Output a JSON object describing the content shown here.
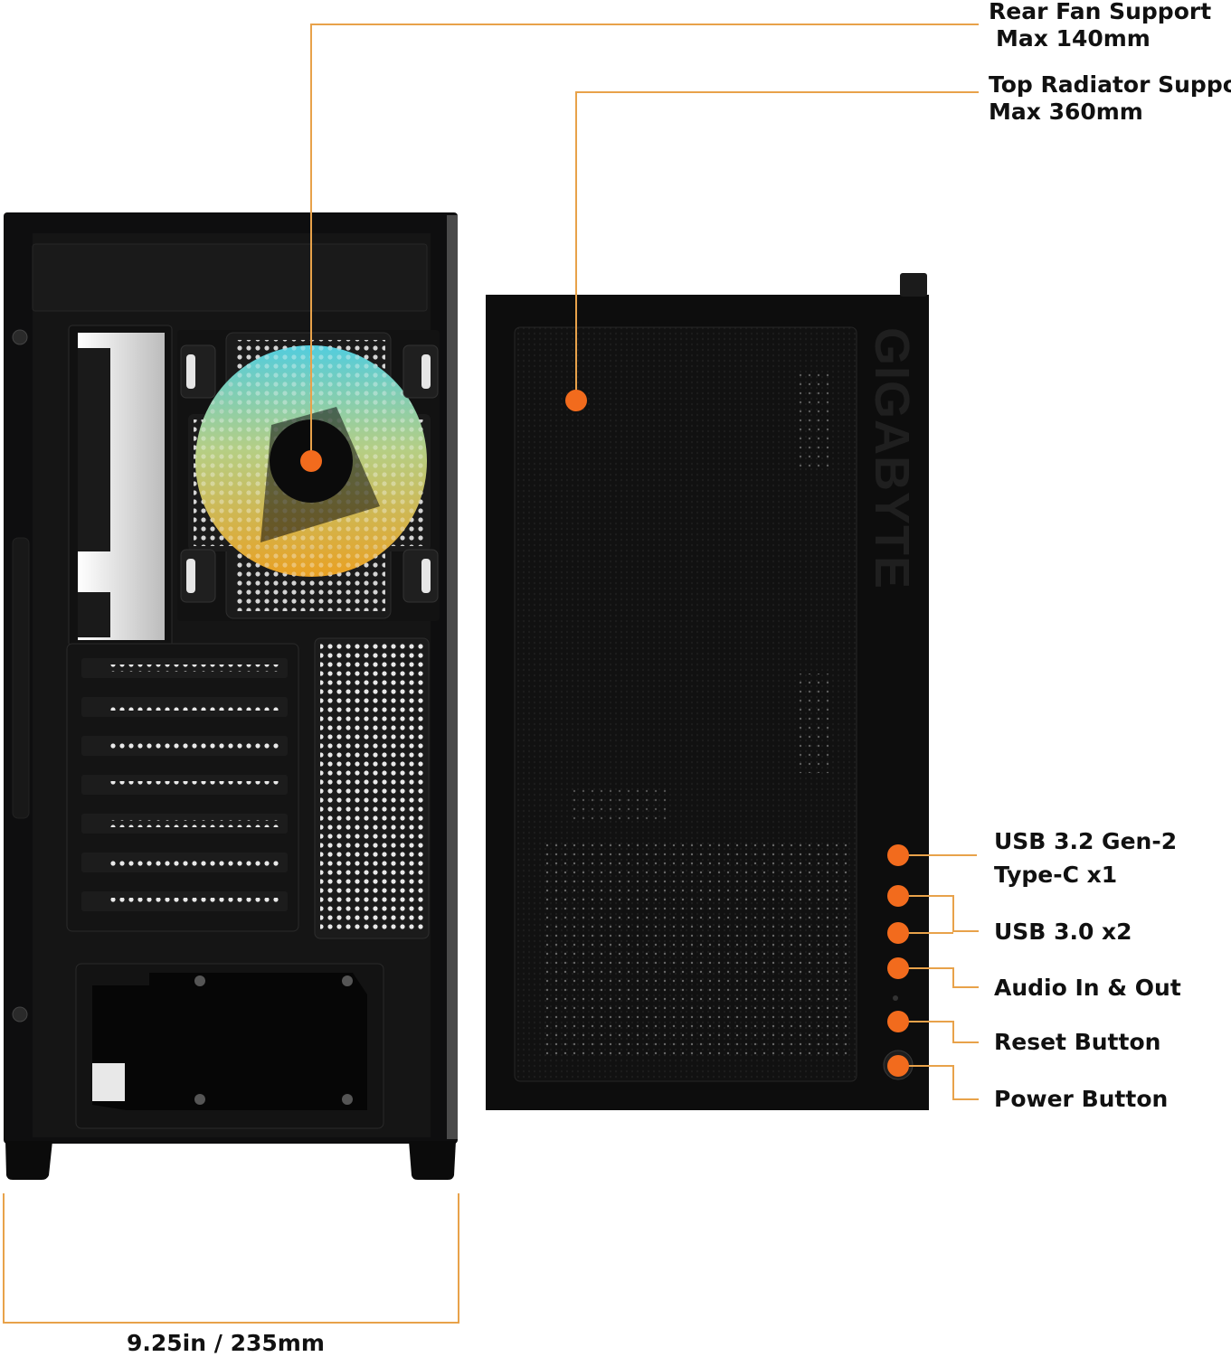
{
  "callouts": {
    "rear_fan_line1": "Rear Fan Support",
    "rear_fan_line2": "Max 140mm",
    "top_radiator_line1": "Top Radiator Support",
    "top_radiator_line2": "Max 360mm",
    "usb32_line1": "USB 3.2 Gen-2",
    "usb32_line2": "Type-C x1",
    "usb30": "USB 3.0 x2",
    "audio": "Audio In & Out",
    "reset": "Reset Button",
    "power": "Power Button"
  },
  "dimension": "9.25in / 235mm",
  "brand": "GIGABYTE",
  "colors": {
    "accent": "#F26B1D",
    "leader": "#E8A24A",
    "case": "#0f0f10",
    "background": "#ffffff"
  }
}
